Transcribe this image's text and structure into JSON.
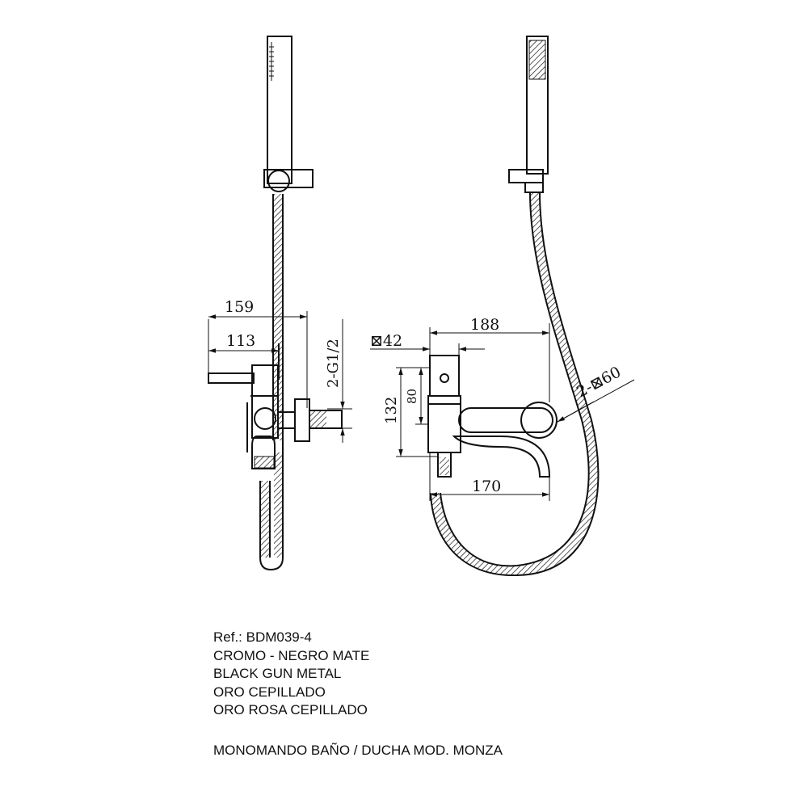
{
  "dimensions": {
    "side_overall": "159",
    "side_lever": "113",
    "thread": "2-G1/2",
    "square": "42",
    "front_overall": "188",
    "height": "132",
    "body_height": "80",
    "spout": "170",
    "flange": "2-60"
  },
  "spec": {
    "ref_label": "Ref.: BDM039-4",
    "finishes": [
      "CROMO - NEGRO MATE",
      "BLACK GUN METAL",
      "ORO CEPILLADO",
      "ORO ROSA CEPILLADO"
    ],
    "product_name": "MONOMANDO BAÑO / DUCHA MOD. MONZA"
  }
}
